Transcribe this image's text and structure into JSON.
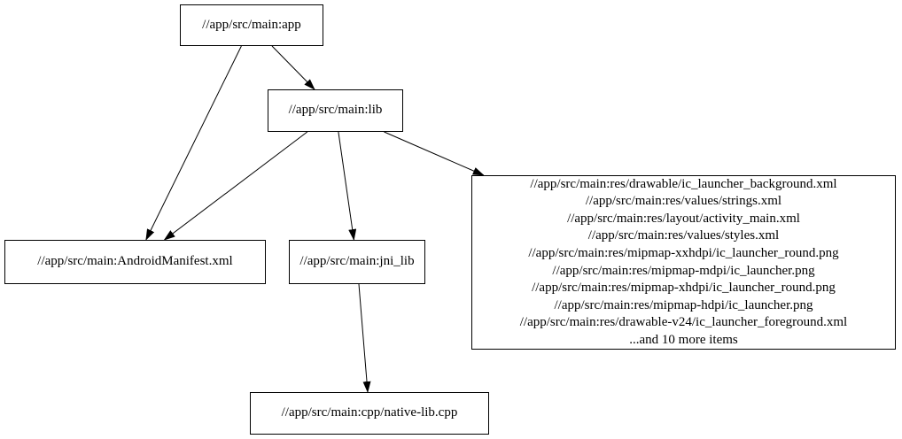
{
  "diagram": {
    "type": "dependency-graph",
    "colors": {
      "background": "#ffffff",
      "node_fill": "#ffffff",
      "node_border": "#000000",
      "edge": "#000000",
      "text": "#000000"
    },
    "nodes": [
      {
        "id": "app",
        "label": "//app/src/main:app"
      },
      {
        "id": "lib",
        "label": "//app/src/main:lib"
      },
      {
        "id": "android_manifest",
        "label": "//app/src/main:AndroidManifest.xml"
      },
      {
        "id": "jni_lib",
        "label": "//app/src/main:jni_lib"
      },
      {
        "id": "resources",
        "lines": [
          "//app/src/main:res/drawable/ic_launcher_background.xml",
          "//app/src/main:res/values/strings.xml",
          "//app/src/main:res/layout/activity_main.xml",
          "//app/src/main:res/values/styles.xml",
          "//app/src/main:res/mipmap-xxhdpi/ic_launcher_round.png",
          "//app/src/main:res/mipmap-mdpi/ic_launcher.png",
          "//app/src/main:res/mipmap-xhdpi/ic_launcher_round.png",
          "//app/src/main:res/mipmap-hdpi/ic_launcher.png",
          "//app/src/main:res/drawable-v24/ic_launcher_foreground.xml",
          "...and 10 more items"
        ]
      },
      {
        "id": "native_lib_cpp",
        "label": "//app/src/main:cpp/native-lib.cpp"
      }
    ],
    "edges": [
      {
        "from": "app",
        "to": "android_manifest"
      },
      {
        "from": "app",
        "to": "lib"
      },
      {
        "from": "lib",
        "to": "android_manifest"
      },
      {
        "from": "lib",
        "to": "jni_lib"
      },
      {
        "from": "lib",
        "to": "resources"
      },
      {
        "from": "jni_lib",
        "to": "native_lib_cpp"
      }
    ]
  }
}
